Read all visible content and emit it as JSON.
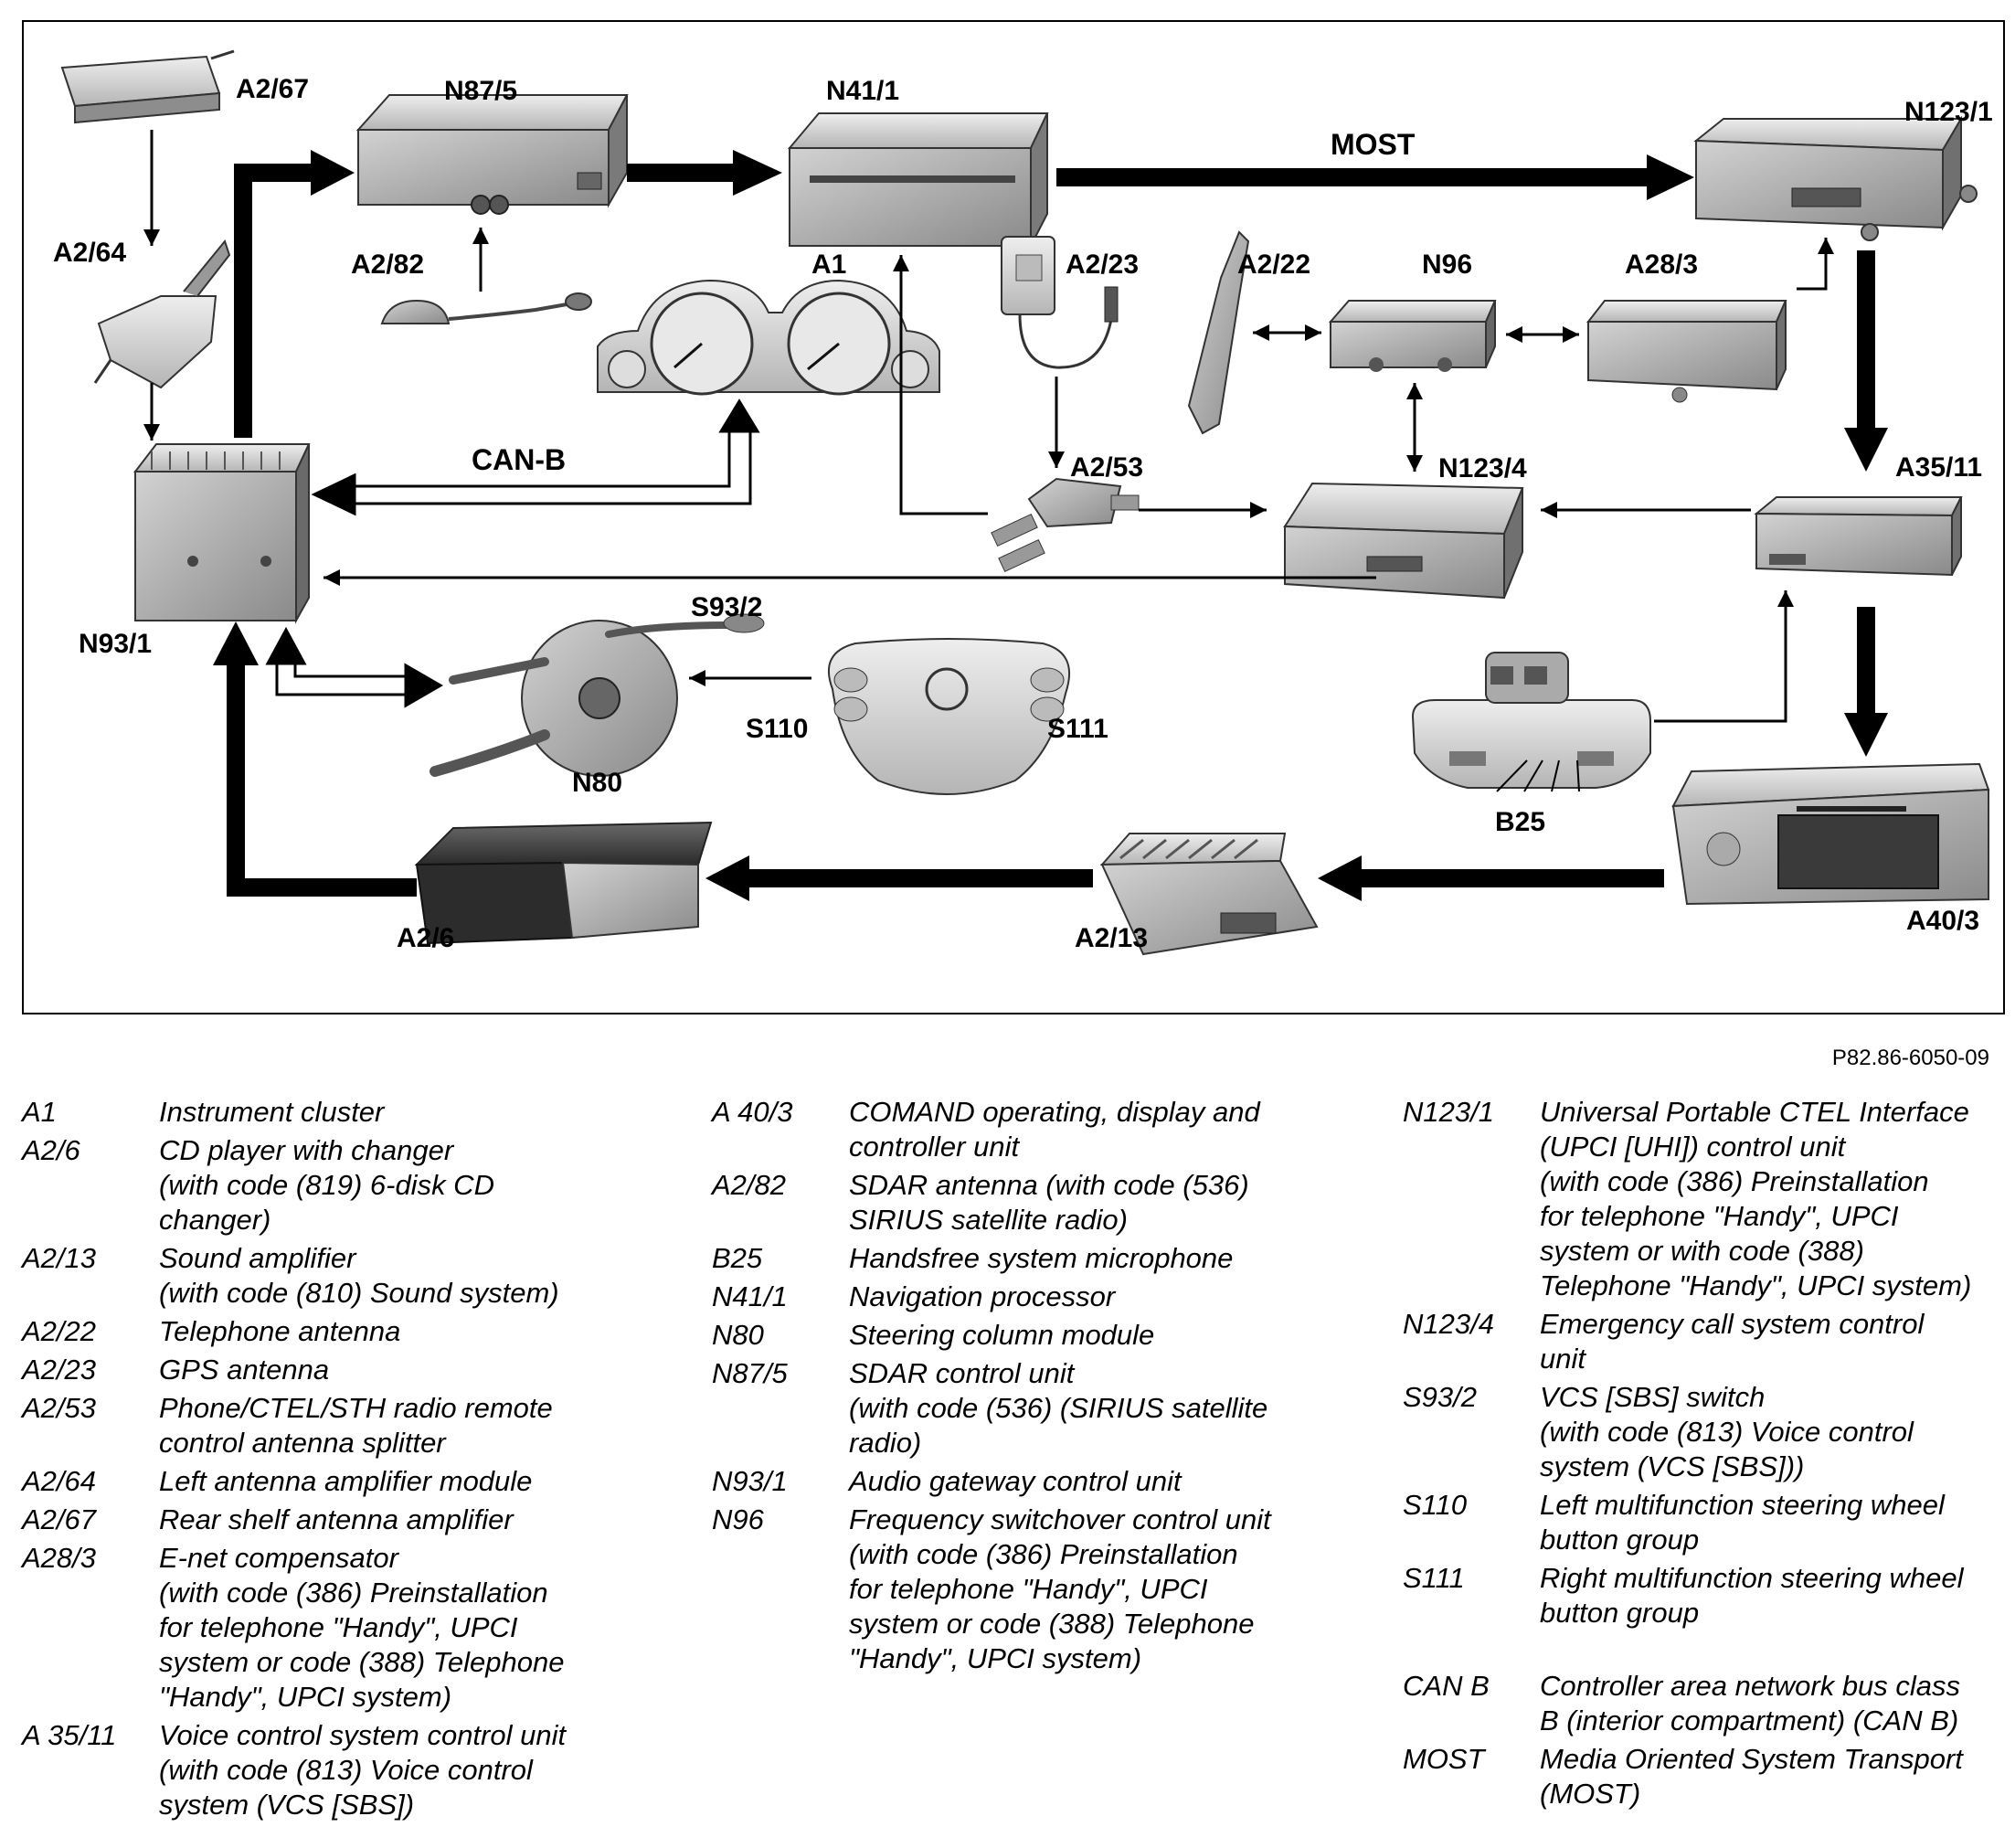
{
  "diagram": {
    "component_labels": {
      "A2/67": "A2/67",
      "N87/5": "N87/5",
      "N41/1": "N41/1",
      "N123/1": "N123/1",
      "A2/64": "A2/64",
      "A2/82": "A2/82",
      "A1": "A1",
      "A2/23": "A2/23",
      "A2/22": "A2/22",
      "N96": "N96",
      "A28/3": "A28/3",
      "A2/53": "A2/53",
      "N123/4": "N123/4",
      "A35/11": "A35/11",
      "N93/1": "N93/1",
      "S93/2": "S93/2",
      "S110": "S110",
      "S111": "S111",
      "N80": "N80",
      "B25": "B25",
      "A2/6": "A2/6",
      "A2/13": "A2/13",
      "A40/3": "A40/3"
    },
    "bus_labels": {
      "most": "MOST",
      "can_b": "CAN-B"
    },
    "reference_code": "P82.86-6050-09"
  },
  "legend": {
    "columns": [
      [
        {
          "code": "A1",
          "desc": "Instrument cluster"
        },
        {
          "code": "A2/6",
          "desc": "CD player with changer\n(with code (819) 6-disk CD\nchanger)"
        },
        {
          "code": "A2/13",
          "desc": "Sound amplifier\n(with code (810) Sound system)"
        },
        {
          "code": "A2/22",
          "desc": "Telephone antenna"
        },
        {
          "code": "A2/23",
          "desc": "GPS antenna"
        },
        {
          "code": "A2/53",
          "desc": "Phone/CTEL/STH radio remote\ncontrol antenna splitter"
        },
        {
          "code": "A2/64",
          "desc": "Left antenna amplifier module"
        },
        {
          "code": "A2/67",
          "desc": "Rear shelf antenna amplifier"
        },
        {
          "code": "A28/3",
          "desc": "E-net compensator\n(with code (386) Preinstallation\nfor telephone \"Handy\", UPCI\nsystem or code (388) Telephone\n\"Handy\", UPCI system)"
        },
        {
          "code": "A 35/11",
          "desc": "Voice control system control unit\n(with code (813) Voice control\nsystem (VCS [SBS])"
        }
      ],
      [
        {
          "code": "A 40/3",
          "desc": "COMAND operating, display and\ncontroller unit"
        },
        {
          "code": "A2/82",
          "desc": "SDAR antenna (with code (536)\nSIRIUS satellite radio)"
        },
        {
          "code": "B25",
          "desc": "Handsfree system microphone"
        },
        {
          "code": "N41/1",
          "desc": "Navigation processor"
        },
        {
          "code": "N80",
          "desc": "Steering column module"
        },
        {
          "code": "N87/5",
          "desc": "SDAR control unit\n(with code (536) (SIRIUS satellite\nradio)"
        },
        {
          "code": "N93/1",
          "desc": "Audio gateway control unit"
        },
        {
          "code": "N96",
          "desc": "Frequency switchover control unit\n(with code (386) Preinstallation\nfor telephone \"Handy\", UPCI\nsystem or code (388) Telephone\n\"Handy\", UPCI system)"
        }
      ],
      [
        {
          "code": "N123/1",
          "desc": "Universal Portable CTEL Interface\n(UPCI [UHI]) control unit\n(with code (386) Preinstallation\nfor telephone \"Handy\", UPCI\nsystem or with code (388)\nTelephone \"Handy\", UPCI system)"
        },
        {
          "code": "N123/4",
          "desc": "Emergency call system control\nunit"
        },
        {
          "code": "S93/2",
          "desc": "VCS [SBS] switch\n(with code (813) Voice control\nsystem (VCS [SBS]))"
        },
        {
          "code": "S110",
          "desc": "Left multifunction steering wheel\nbutton group"
        },
        {
          "code": "S111",
          "desc": "Right multifunction steering wheel\nbutton group"
        },
        {
          "code": "CAN B",
          "desc": "Controller area network bus class\nB (interior compartment) (CAN B)",
          "gap_before": true
        },
        {
          "code": "MOST",
          "desc": "Media Oriented System Transport\n(MOST)"
        }
      ]
    ]
  }
}
